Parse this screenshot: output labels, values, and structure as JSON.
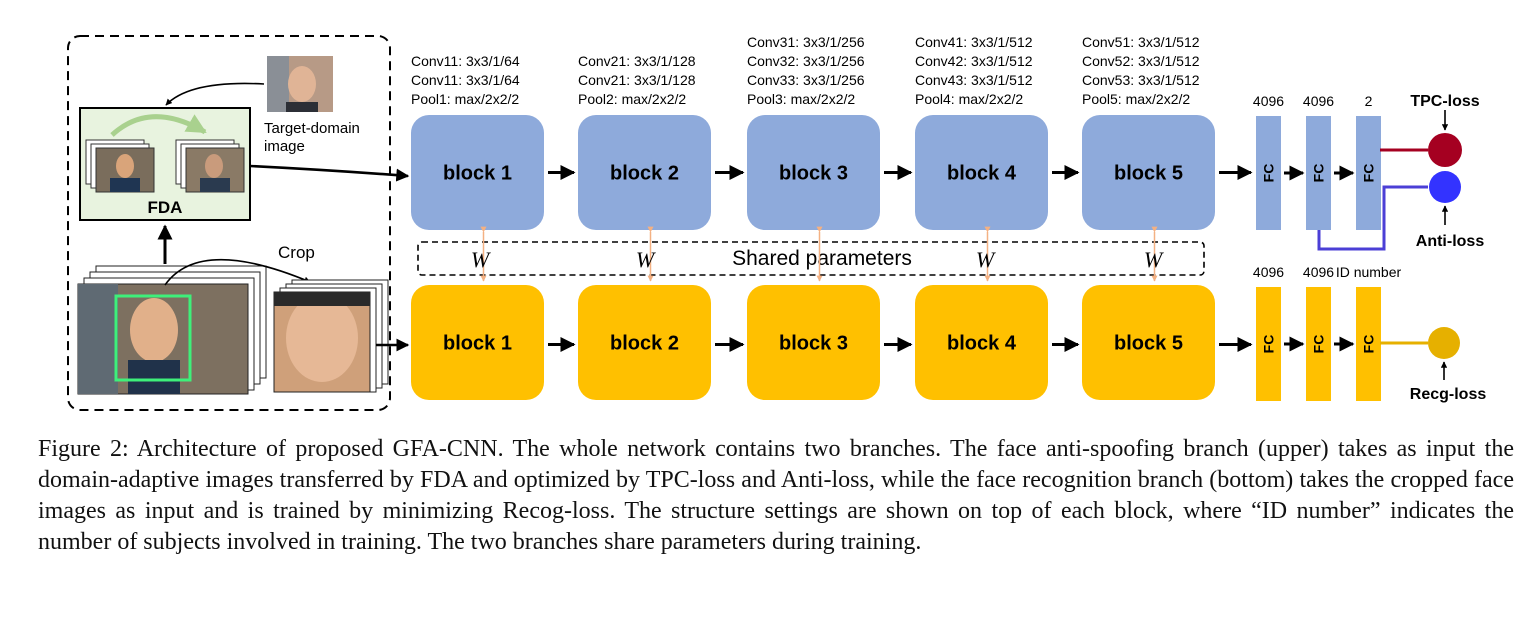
{
  "fda_label": "FDA",
  "target_domain_label_line1": "Target-domain",
  "target_domain_label_line2": "image",
  "crop_label": "Crop",
  "shared_parameters_label": "Shared parameters",
  "w_symbol": "W",
  "fc_label": "FC",
  "block_specs": [
    {
      "label": "block 1",
      "spec": [
        "Conv11: 3x3/1/64",
        "Conv11: 3x3/1/64",
        "Pool1: max/2x2/2"
      ]
    },
    {
      "label": "block 2",
      "spec": [
        "Conv21: 3x3/1/128",
        "Conv21: 3x3/1/128",
        "Pool2: max/2x2/2"
      ]
    },
    {
      "label": "block 3",
      "spec": [
        "Conv31: 3x3/1/256",
        "Conv32: 3x3/1/256",
        "Conv33: 3x3/1/256",
        "Pool3: max/2x2/2"
      ]
    },
    {
      "label": "block 4",
      "spec": [
        "Conv41: 3x3/1/512",
        "Conv42: 3x3/1/512",
        "Conv43: 3x3/1/512",
        "Pool4: max/2x2/2"
      ]
    },
    {
      "label": "block 5",
      "spec": [
        "Conv51: 3x3/1/512",
        "Conv52: 3x3/1/512",
        "Conv53: 3x3/1/512",
        "Pool5: max/2x2/2"
      ]
    }
  ],
  "upper_fc_sizes": [
    "4096",
    "4096",
    "2"
  ],
  "lower_fc_sizes": [
    "4096",
    "4096",
    "ID number"
  ],
  "losses": {
    "tpc": "TPC-loss",
    "anti": "Anti-loss",
    "recg": "Recg-loss"
  },
  "colors": {
    "upper_block": "#8eaadb",
    "lower_block": "#ffc000",
    "tpc_loss": "#a50021",
    "anti_loss": "#3333ff",
    "recg_loss": "#e6b000",
    "anti_line": "#4b3fd6",
    "tpc_line": "#a50021",
    "shared_arrow": "#f4b183"
  },
  "caption": "Figure 2: Architecture of proposed GFA-CNN. The whole network contains two branches. The face anti-spoofing branch (upper) takes as input the domain-adaptive images transferred by FDA and optimized by TPC-loss and Anti-loss, while the face recognition branch (bottom) takes the cropped face images as input and is trained by minimizing Recog-loss. The structure settings are shown on top of each block, where “ID number” indicates the number of subjects involved in training. The two branches share parameters during training."
}
